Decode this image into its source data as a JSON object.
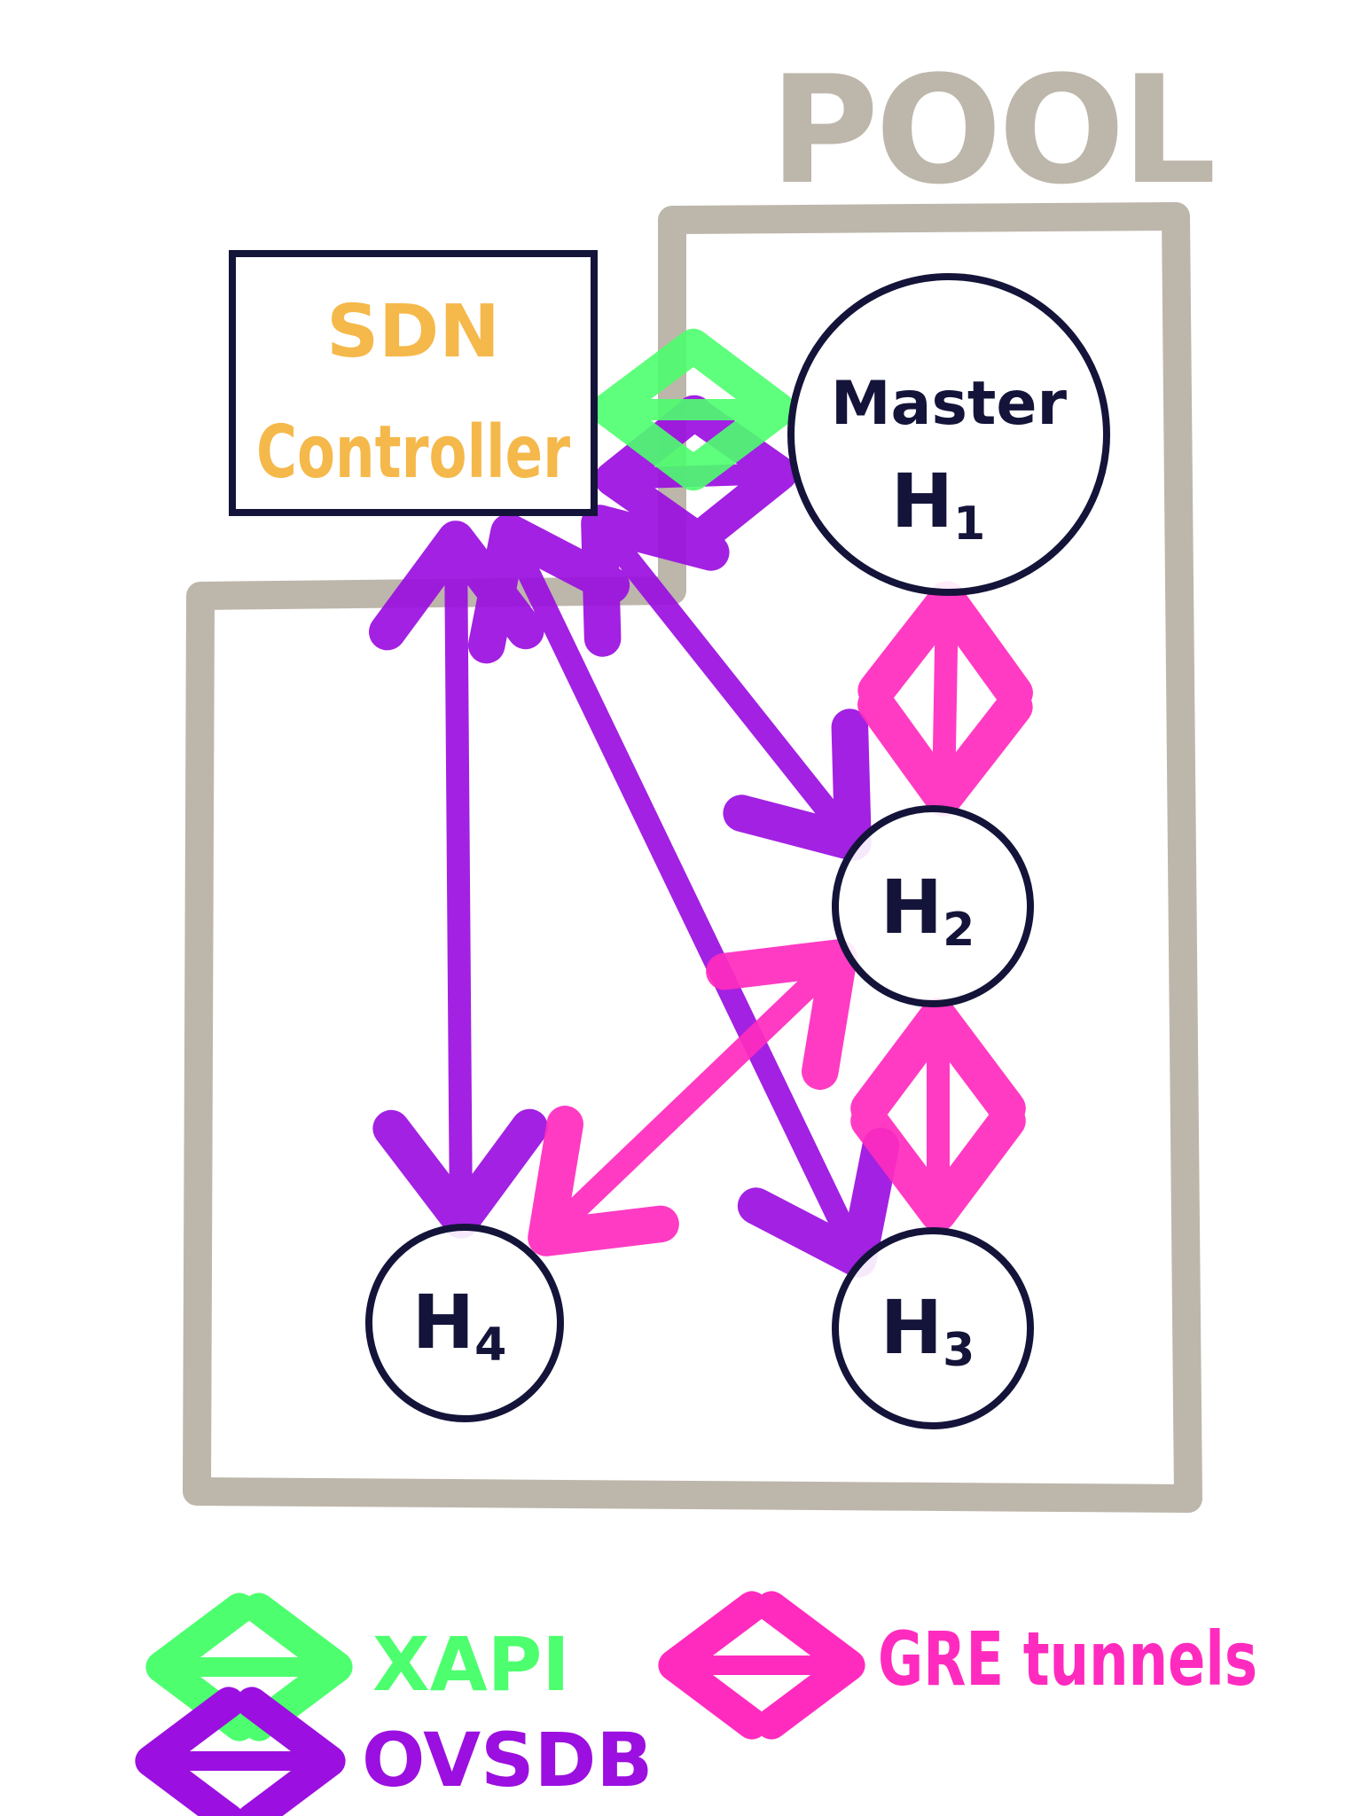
{
  "pool": {
    "title": "POOL"
  },
  "controller": {
    "line1": "SDN",
    "line2": "Controller"
  },
  "hosts": {
    "master": {
      "line1": "Master",
      "base": "H",
      "sub": "1"
    },
    "h2": {
      "base": "H",
      "sub": "2"
    },
    "h3": {
      "base": "H",
      "sub": "3"
    },
    "h4": {
      "base": "H",
      "sub": "4"
    }
  },
  "legend": {
    "xapi": "XAPI",
    "ovsdb": "OVSDB",
    "gre": "GRE tunnels"
  },
  "colors": {
    "pool_border": "#bdb6ab",
    "xapi": "#4dff6e",
    "ovsdb": "#9b0fe0",
    "gre": "#ff2bbf",
    "node_stroke": "#14143a",
    "controller_text": "#f5b84a"
  }
}
